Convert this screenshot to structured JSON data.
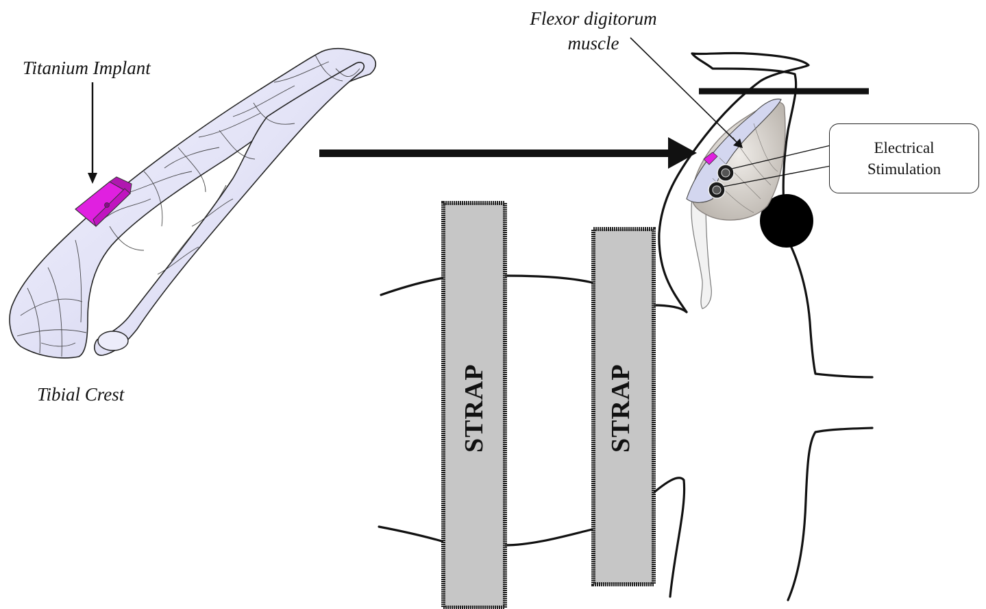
{
  "labels": {
    "titanium_implant": "Titanium Implant",
    "tibial_crest": "Tibial Crest",
    "flexor_digitorum": "Flexor digitorum muscle",
    "electrical_stimulation": "Electrical Stimulation"
  },
  "straps": [
    {
      "label": "STRAP"
    },
    {
      "label": "STRAP"
    }
  ],
  "colors": {
    "implant": "#e020e0",
    "bone_fill": "#e6e6f8",
    "strap_fill": "#c4c4c4",
    "muscle_fill": "#d6d2cc",
    "outline": "#111111"
  }
}
